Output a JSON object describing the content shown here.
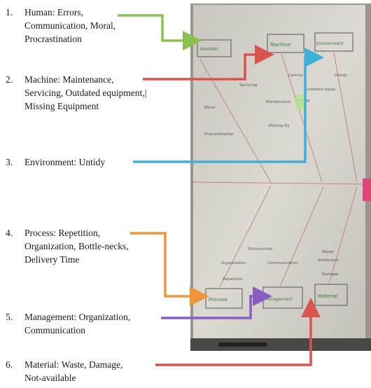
{
  "items": [
    {
      "num": "1.",
      "lines": [
        "Human: Errors,",
        "Communication, Moral,",
        "Procrastination"
      ],
      "color": "#8cc152"
    },
    {
      "num": "2.",
      "lines": [
        "Machine: Maintenance,",
        "Servicing, Outdated equipment,|",
        "Missing Equipment"
      ],
      "color": "#d9534f"
    },
    {
      "num": "3.",
      "lines": [
        "Environment: Untidy"
      ],
      "color": "#3fb0d8"
    },
    {
      "num": "4.",
      "lines": [
        "Process: Repetition,",
        "Organization, Bottle-necks,",
        "Delivery Time"
      ],
      "color": "#f0953a"
    },
    {
      "num": "5.",
      "lines": [
        "Management: Organization,",
        "Communication"
      ],
      "color": "#8a5cc4"
    },
    {
      "num": "6.",
      "lines": [
        "Material: Waste, Damage,",
        "Not-available"
      ],
      "color": "#d9534f"
    }
  ],
  "board": {
    "boxes_top": [
      "Human",
      "Machine",
      "Environment"
    ],
    "boxes_bottom": [
      "Process",
      "Management",
      "Material"
    ],
    "scribbles": [
      "Procrastination",
      "Missing",
      "Comms",
      "Untidy",
      "Moral",
      "Maintenance",
      "Outdated equip",
      "Missing Eq",
      "Servicing",
      "Deliverytime",
      "Bottleneck",
      "Organization",
      "Repetition",
      "Communication",
      "Waste",
      "Damage"
    ]
  }
}
